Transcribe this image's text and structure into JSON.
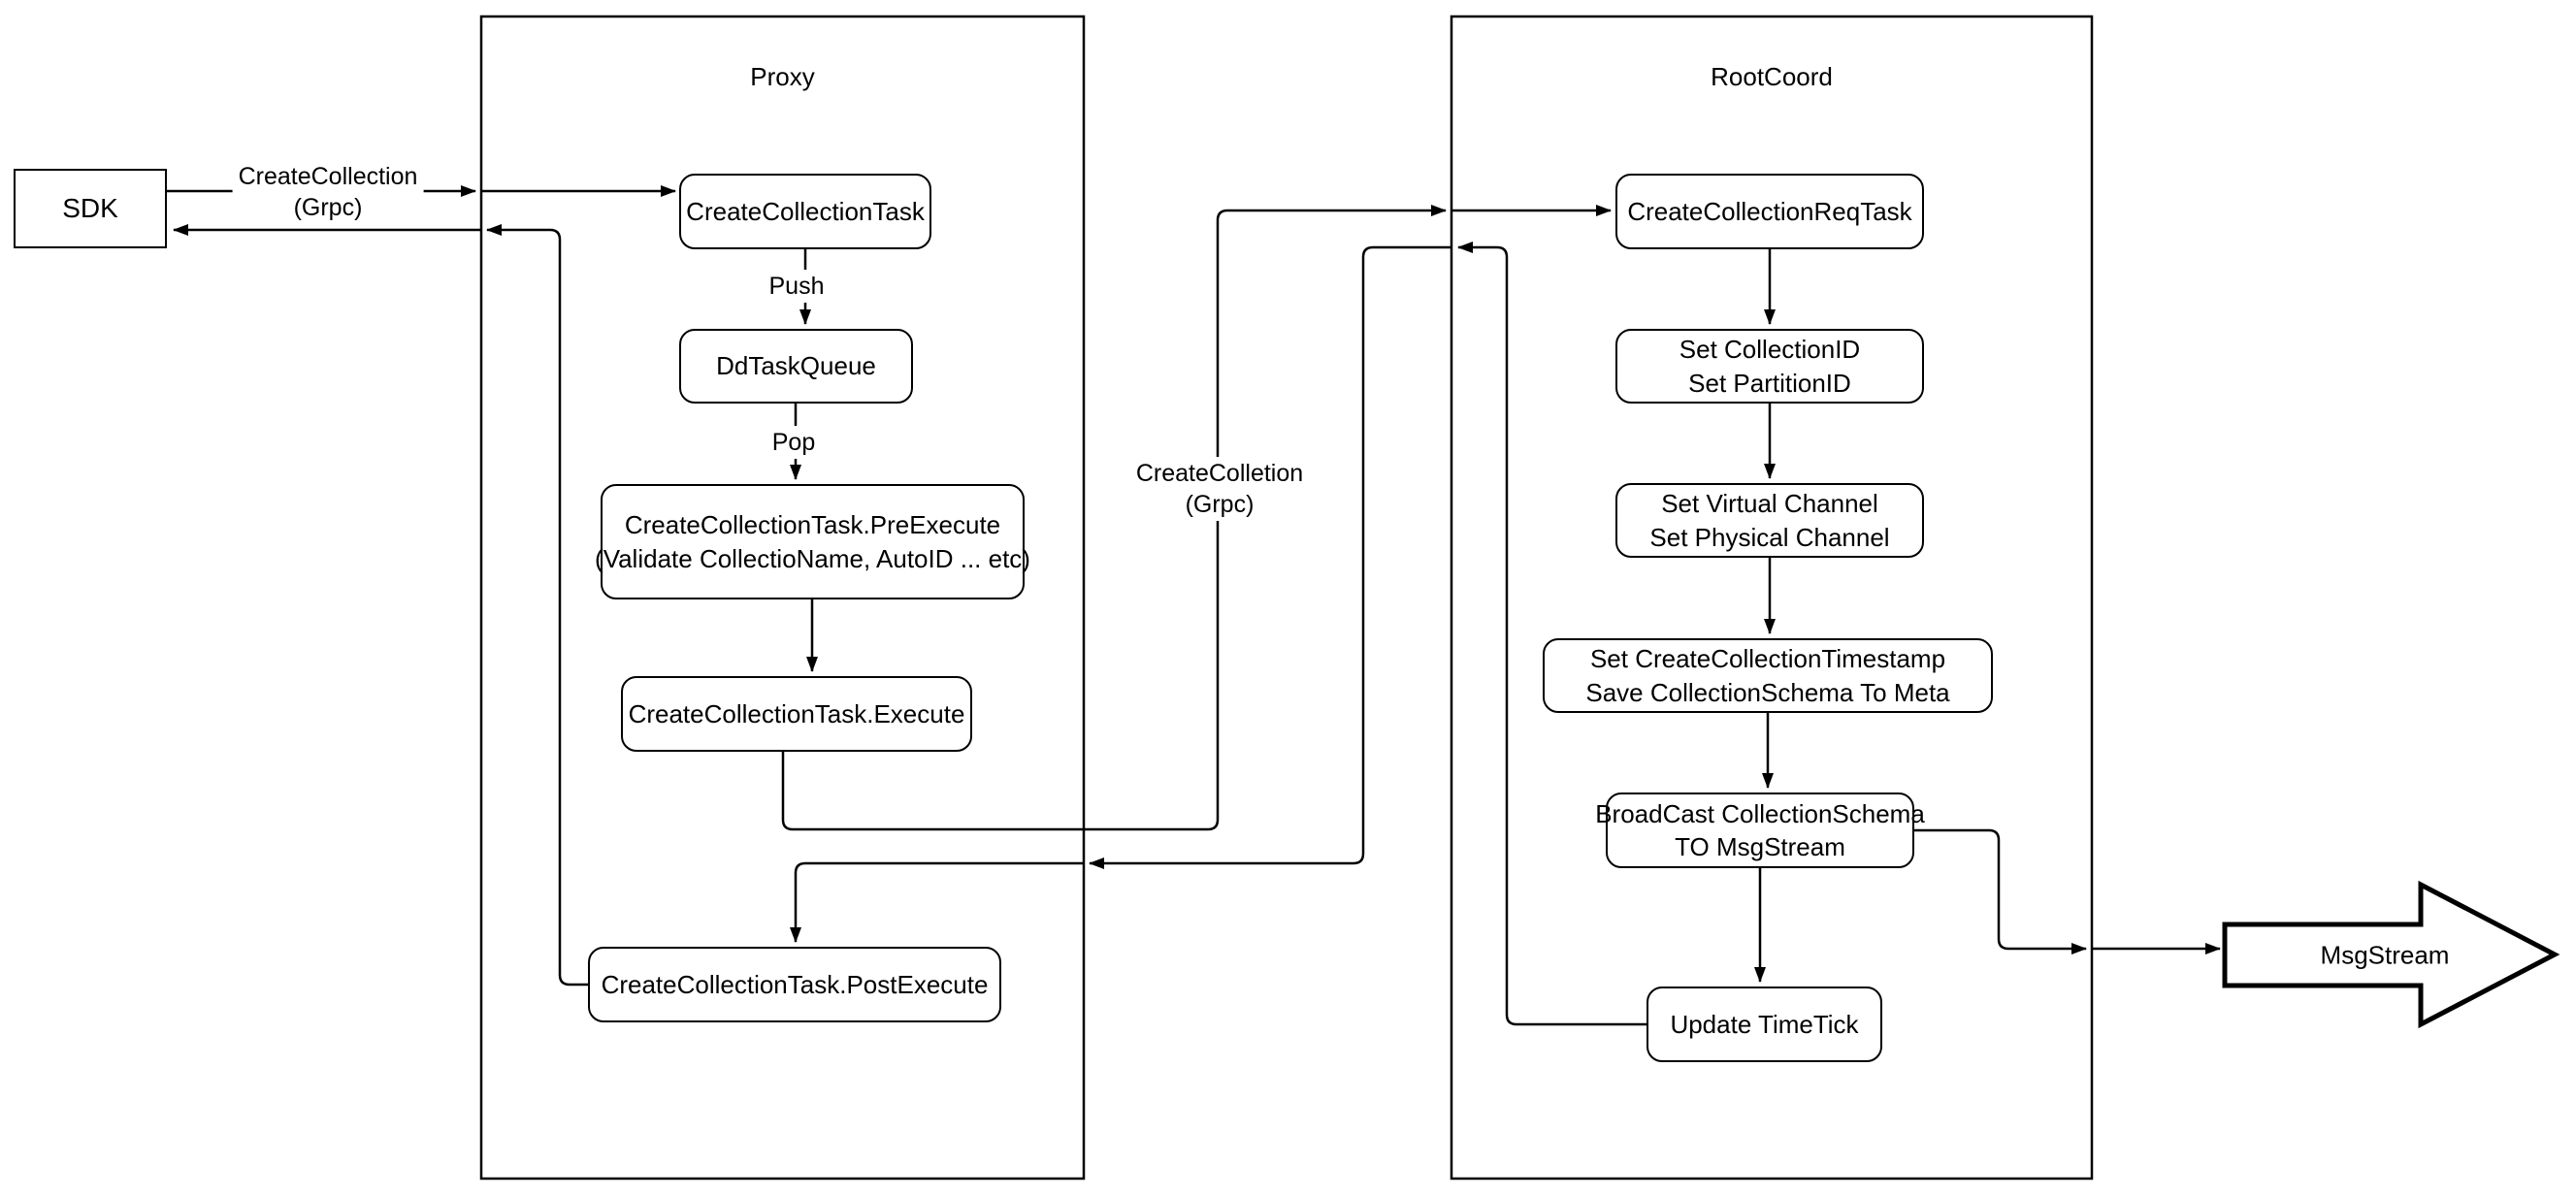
{
  "diagram": {
    "title_note": "CreateCollection request flow",
    "colors": {
      "stroke": "#000000",
      "background": "#ffffff"
    },
    "containers": {
      "proxy": {
        "label": "Proxy"
      },
      "rootcoord": {
        "label": "RootCoord"
      }
    },
    "nodes": {
      "sdk": {
        "lines": [
          "SDK"
        ]
      },
      "createCollectionTask": {
        "lines": [
          "CreateCollectionTask"
        ]
      },
      "ddTaskQueue": {
        "lines": [
          "DdTaskQueue"
        ]
      },
      "preExecute": {
        "lines": [
          "CreateCollectionTask.PreExecute",
          "(Validate CollectioName, AutoID ... etc)"
        ]
      },
      "execute": {
        "lines": [
          "CreateCollectionTask.Execute"
        ]
      },
      "postExecute": {
        "lines": [
          "CreateCollectionTask.PostExecute"
        ]
      },
      "createCollectionReqTask": {
        "lines": [
          "CreateCollectionReqTask"
        ]
      },
      "setIds": {
        "lines": [
          "Set CollectionID",
          "Set PartitionID"
        ]
      },
      "setChannels": {
        "lines": [
          "Set Virtual Channel",
          "Set Physical Channel"
        ]
      },
      "setTimestamp": {
        "lines": [
          "Set CreateCollectionTimestamp",
          "Save CollectionSchema To Meta"
        ]
      },
      "broadcast": {
        "lines": [
          "BroadCast CollectionSchema",
          "TO MsgStream"
        ]
      },
      "updateTimeTick": {
        "lines": [
          "Update TimeTick"
        ]
      },
      "msgStream": {
        "lines": [
          "MsgStream"
        ]
      }
    },
    "edge_labels": {
      "grpcLeft": {
        "lines": [
          "CreateCollection",
          "(Grpc)"
        ]
      },
      "push": {
        "lines": [
          "Push"
        ]
      },
      "pop": {
        "lines": [
          "Pop"
        ]
      },
      "grpcMid": {
        "lines": [
          "CreateColletion",
          "(Grpc)"
        ]
      }
    },
    "edges": [
      {
        "from": "sdk",
        "to": "createCollectionTask",
        "label_key": "grpcLeft"
      },
      {
        "from": "createCollectionTask",
        "to": "ddTaskQueue",
        "label_key": "push"
      },
      {
        "from": "ddTaskQueue",
        "to": "preExecute",
        "label_key": "pop"
      },
      {
        "from": "preExecute",
        "to": "execute",
        "label_key": ""
      },
      {
        "from": "execute",
        "to": "createCollectionReqTask",
        "label_key": "grpcMid"
      },
      {
        "from": "createCollectionReqTask",
        "to": "setIds",
        "label_key": ""
      },
      {
        "from": "setIds",
        "to": "setChannels",
        "label_key": ""
      },
      {
        "from": "setChannels",
        "to": "setTimestamp",
        "label_key": ""
      },
      {
        "from": "setTimestamp",
        "to": "broadcast",
        "label_key": ""
      },
      {
        "from": "broadcast",
        "to": "updateTimeTick",
        "label_key": ""
      },
      {
        "from": "broadcast",
        "to": "msgStream",
        "label_key": ""
      },
      {
        "from": "updateTimeTick",
        "to": "postExecute",
        "label_key": ""
      },
      {
        "from": "postExecute",
        "to": "sdk",
        "label_key": ""
      }
    ]
  }
}
